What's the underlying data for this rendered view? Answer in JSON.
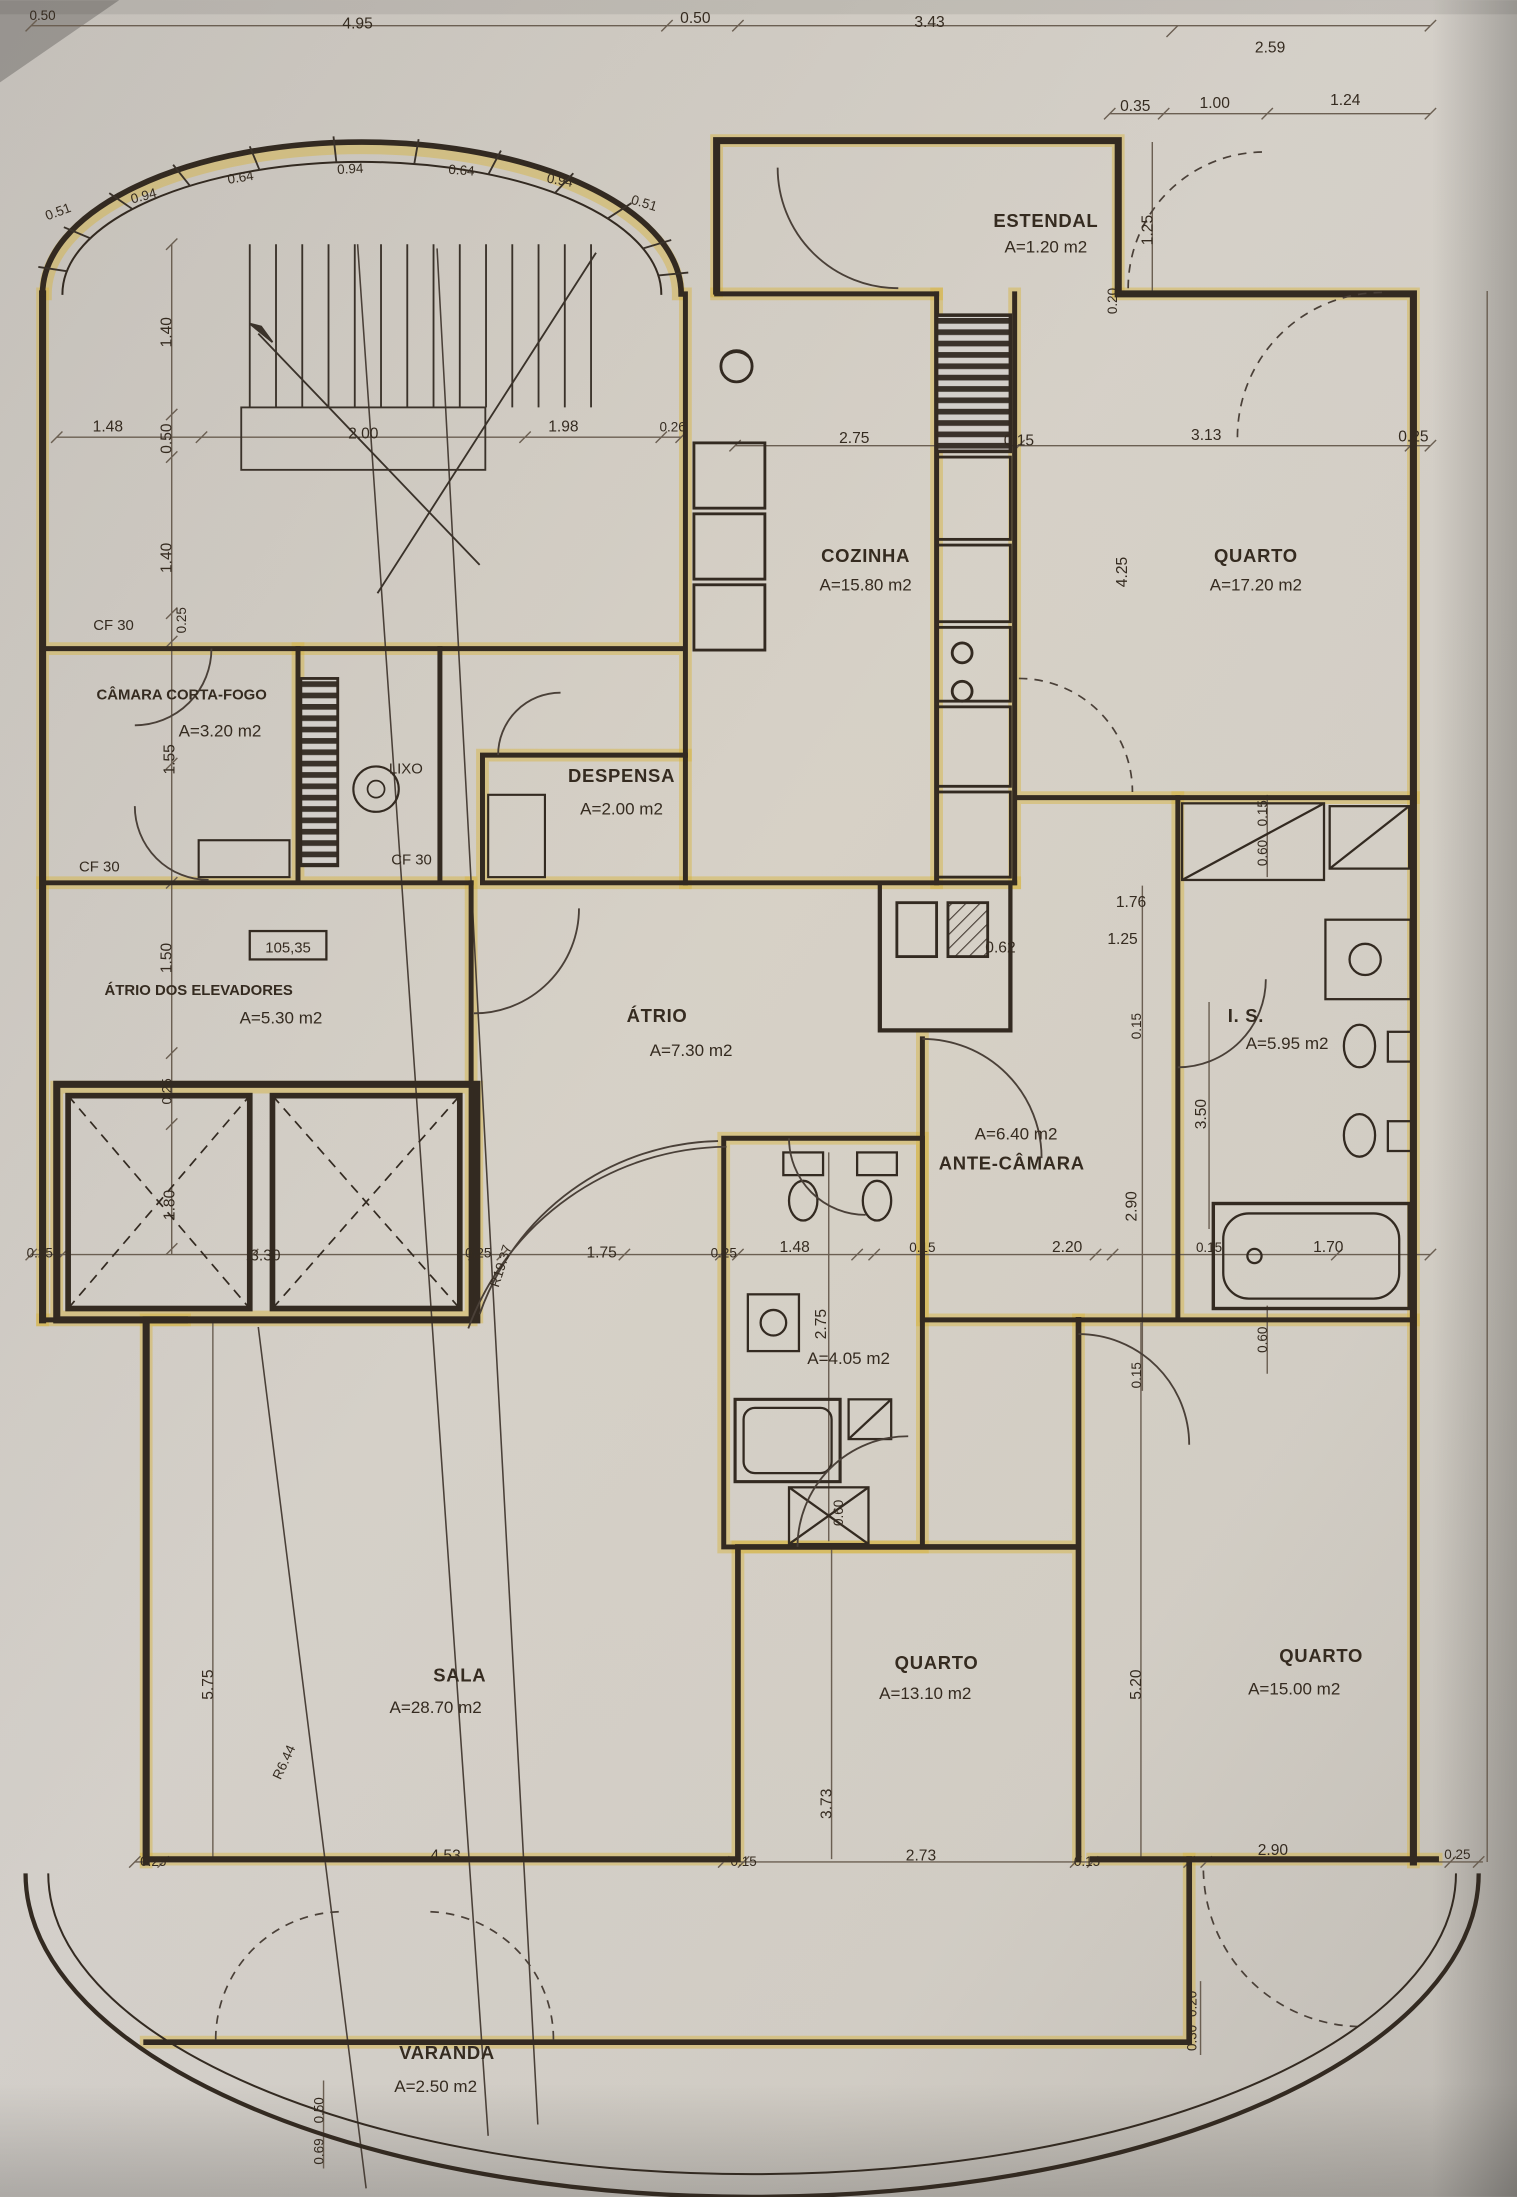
{
  "colors": {
    "paper": "#cdc9c4",
    "ink": "#352b20",
    "highlighter": "#d8b43c"
  },
  "rooms": {
    "estendal": {
      "name": "ESTENDAL",
      "area": "A=1.20 m2"
    },
    "cozinha": {
      "name": "COZINHA",
      "area": "A=15.80 m2"
    },
    "quarto1": {
      "name": "QUARTO",
      "area": "A=17.20 m2"
    },
    "camara": {
      "name": "CÂMARA CORTA-FOGO",
      "area": "A=3.20 m2"
    },
    "lixo": {
      "name": "LIXO"
    },
    "despensa": {
      "name": "DESPENSA",
      "area": "A=2.00 m2"
    },
    "atrio_elev": {
      "name": "ÁTRIO DOS ELEVADORES",
      "area": "A=5.30 m2"
    },
    "atrio": {
      "name": "ÁTRIO",
      "area": "A=7.30 m2"
    },
    "ante": {
      "name": "ANTE-CÂMARA",
      "area": "A=6.40 m2"
    },
    "is": {
      "name": "I. S.",
      "area": "A=5.95 m2"
    },
    "wc": {
      "area": "A=4.05 m2"
    },
    "sala": {
      "name": "SALA",
      "area": "A=28.70 m2"
    },
    "quarto2": {
      "name": "QUARTO",
      "area": "A=13.10 m2"
    },
    "quarto3": {
      "name": "QUARTO",
      "area": "A=15.00 m2"
    },
    "varanda": {
      "name": "VARANDA",
      "area": "A=2.50 m2"
    }
  },
  "annotations": {
    "cf30_a": "CF 30",
    "cf30_b": "CF 30",
    "cf30_c": "CF 30",
    "level": "105,35"
  },
  "dims": [
    "0.50",
    "4.95",
    "0.50",
    "3.43",
    "2.59",
    "0.35",
    "1.00",
    "1.24",
    "1.25",
    "0.20",
    "0.51",
    "0.94",
    "0.64",
    "0.94",
    "0.64",
    "0.94",
    "0.51",
    "1.48",
    "2.00",
    "1.98",
    "0.26",
    "2.75",
    "0.15",
    "3.13",
    "0.25",
    "1.40",
    "0.50",
    "1.40",
    "0.25",
    "1.55",
    "1.50",
    "0.25",
    "1.80",
    "4.25",
    "0.62",
    "1.25",
    "1.76",
    "0.15",
    "3.50",
    "2.90",
    "0.15",
    "0.15",
    "0.60",
    "0.60",
    "0.25",
    "3.30",
    "0.25",
    "1.75",
    "0.25",
    "1.48",
    "0.15",
    "2.20",
    "0.15",
    "1.70",
    "R19.37",
    "5.75",
    "R6.44",
    "2.75",
    "0.60",
    "5.20",
    "3.73",
    "0.25",
    "4.53",
    "0.15",
    "2.73",
    "0.15",
    "2.90",
    "0.25",
    "0.20",
    "0.30",
    "0.50",
    "0.69"
  ]
}
